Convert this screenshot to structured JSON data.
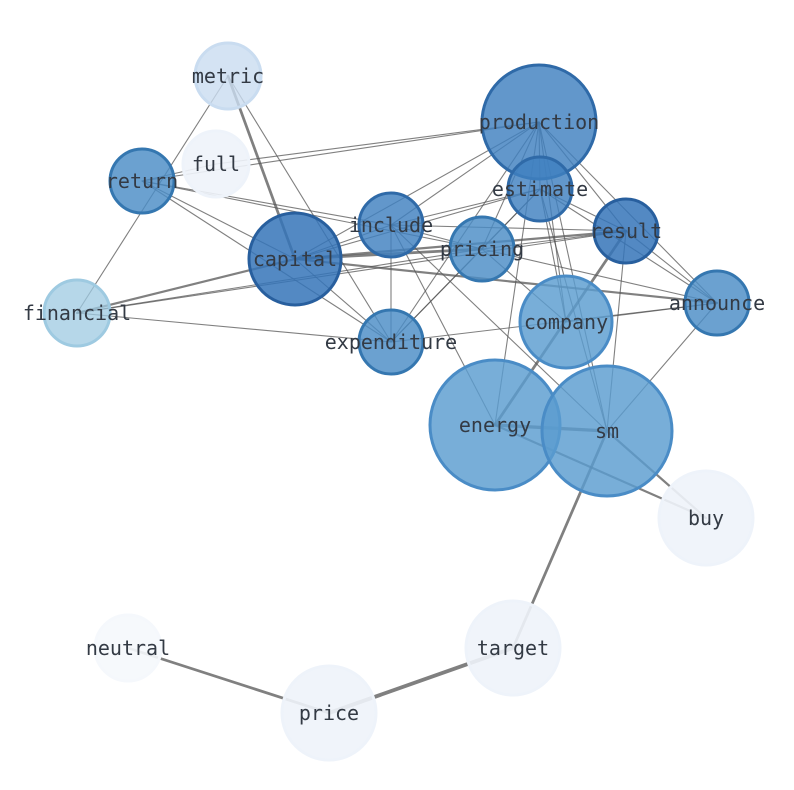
{
  "nodes": [
    {
      "id": "production",
      "label": "production",
      "fill": "#3f80c0",
      "stroke": "#2f6aa8",
      "opacity": 0.82
    },
    {
      "id": "estimate",
      "label": "estimate",
      "fill": "#3f80c0",
      "stroke": "#2f6aa8",
      "opacity": 0.82
    },
    {
      "id": "result",
      "label": "result",
      "fill": "#3574b8",
      "stroke": "#285f9e",
      "opacity": 0.85
    },
    {
      "id": "include",
      "label": "include",
      "fill": "#3f80c0",
      "stroke": "#2f6aa8",
      "opacity": 0.82
    },
    {
      "id": "pricing",
      "label": "pricing",
      "fill": "#4a8cc6",
      "stroke": "#3577b0",
      "opacity": 0.82
    },
    {
      "id": "capital",
      "label": "capital",
      "fill": "#3574b8",
      "stroke": "#285f9e",
      "opacity": 0.85
    },
    {
      "id": "return",
      "label": "return",
      "fill": "#4a8cc6",
      "stroke": "#3577b0",
      "opacity": 0.82
    },
    {
      "id": "metric",
      "label": "metric",
      "fill": "#c9dcf0",
      "stroke": "#c9dcf0",
      "opacity": 0.8
    },
    {
      "id": "full",
      "label": "full",
      "fill": "#eef3fa",
      "stroke": "#eef3fa",
      "opacity": 0.9
    },
    {
      "id": "financial",
      "label": "financial",
      "fill": "#9ecae1",
      "stroke": "#9ecae1",
      "opacity": 0.75
    },
    {
      "id": "expenditure",
      "label": "expenditure",
      "fill": "#4a8cc6",
      "stroke": "#3577b0",
      "opacity": 0.82
    },
    {
      "id": "company",
      "label": "company",
      "fill": "#5a9ccf",
      "stroke": "#4a8cc6",
      "opacity": 0.82
    },
    {
      "id": "announce",
      "label": "announce",
      "fill": "#4a8cc6",
      "stroke": "#3577b0",
      "opacity": 0.82
    },
    {
      "id": "energy",
      "label": "energy",
      "fill": "#5a9ccf",
      "stroke": "#4a8cc6",
      "opacity": 0.82
    },
    {
      "id": "sm",
      "label": "sm",
      "fill": "#5a9ccf",
      "stroke": "#4a8cc6",
      "opacity": 0.82
    },
    {
      "id": "buy",
      "label": "buy",
      "fill": "#eef3fa",
      "stroke": "#eef3fa",
      "opacity": 0.9
    },
    {
      "id": "target",
      "label": "target",
      "fill": "#eef3fa",
      "stroke": "#eef3fa",
      "opacity": 0.9
    },
    {
      "id": "price",
      "label": "price",
      "fill": "#eef3fa",
      "stroke": "#eef3fa",
      "opacity": 0.9
    },
    {
      "id": "neutral",
      "label": "neutral",
      "fill": "#f5f8fc",
      "stroke": "#f5f8fc",
      "opacity": 0.9
    }
  ],
  "edges": [
    {
      "source": "metric",
      "target": "capital",
      "weight": 2.5
    },
    {
      "source": "metric",
      "target": "financial",
      "weight": 1
    },
    {
      "source": "metric",
      "target": "expenditure",
      "weight": 1
    },
    {
      "source": "full",
      "target": "production",
      "weight": 1
    },
    {
      "source": "full",
      "target": "return",
      "weight": 1
    },
    {
      "source": "production",
      "target": "return",
      "weight": 1
    },
    {
      "source": "production",
      "target": "include",
      "weight": 1
    },
    {
      "source": "production",
      "target": "capital",
      "weight": 1
    },
    {
      "source": "production",
      "target": "pricing",
      "weight": 1
    },
    {
      "source": "production",
      "target": "estimate",
      "weight": 1
    },
    {
      "source": "production",
      "target": "result",
      "weight": 1
    },
    {
      "source": "production",
      "target": "announce",
      "weight": 1
    },
    {
      "source": "production",
      "target": "company",
      "weight": 1
    },
    {
      "source": "production",
      "target": "sm",
      "weight": 1
    },
    {
      "source": "production",
      "target": "energy",
      "weight": 1
    },
    {
      "source": "production",
      "target": "expenditure",
      "weight": 1
    },
    {
      "source": "estimate",
      "target": "capital",
      "weight": 1
    },
    {
      "source": "estimate",
      "target": "include",
      "weight": 1
    },
    {
      "source": "estimate",
      "target": "pricing",
      "weight": 1
    },
    {
      "source": "estimate",
      "target": "result",
      "weight": 1
    },
    {
      "source": "estimate",
      "target": "announce",
      "weight": 1
    },
    {
      "source": "estimate",
      "target": "company",
      "weight": 1
    },
    {
      "source": "estimate",
      "target": "sm",
      "weight": 1
    },
    {
      "source": "estimate",
      "target": "expenditure",
      "weight": 1
    },
    {
      "source": "result",
      "target": "capital",
      "weight": 2
    },
    {
      "source": "result",
      "target": "include",
      "weight": 1
    },
    {
      "source": "result",
      "target": "pricing",
      "weight": 1
    },
    {
      "source": "result",
      "target": "announce",
      "weight": 1
    },
    {
      "source": "result",
      "target": "energy",
      "weight": 2.5
    },
    {
      "source": "result",
      "target": "sm",
      "weight": 1
    },
    {
      "source": "result",
      "target": "financial",
      "weight": 1
    },
    {
      "source": "include",
      "target": "capital",
      "weight": 1
    },
    {
      "source": "include",
      "target": "pricing",
      "weight": 1
    },
    {
      "source": "include",
      "target": "return",
      "weight": 1
    },
    {
      "source": "include",
      "target": "expenditure",
      "weight": 1
    },
    {
      "source": "include",
      "target": "energy",
      "weight": 1
    },
    {
      "source": "include",
      "target": "sm",
      "weight": 1
    },
    {
      "source": "pricing",
      "target": "capital",
      "weight": 2.5
    },
    {
      "source": "pricing",
      "target": "return",
      "weight": 1
    },
    {
      "source": "pricing",
      "target": "announce",
      "weight": 1
    },
    {
      "source": "pricing",
      "target": "company",
      "weight": 1
    },
    {
      "source": "pricing",
      "target": "expenditure",
      "weight": 1
    },
    {
      "source": "pricing",
      "target": "financial",
      "weight": 1
    },
    {
      "source": "capital",
      "target": "return",
      "weight": 1
    },
    {
      "source": "capital",
      "target": "financial",
      "weight": 2
    },
    {
      "source": "capital",
      "target": "expenditure",
      "weight": 1
    },
    {
      "source": "capital",
      "target": "announce",
      "weight": 2
    },
    {
      "source": "return",
      "target": "expenditure",
      "weight": 1
    },
    {
      "source": "financial",
      "target": "expenditure",
      "weight": 1
    },
    {
      "source": "expenditure",
      "target": "announce",
      "weight": 1
    },
    {
      "source": "company",
      "target": "announce",
      "weight": 1
    },
    {
      "source": "announce",
      "target": "sm",
      "weight": 1
    },
    {
      "source": "energy",
      "target": "sm",
      "weight": 3
    },
    {
      "source": "energy",
      "target": "buy",
      "weight": 2
    },
    {
      "source": "sm",
      "target": "buy",
      "weight": 2
    },
    {
      "source": "sm",
      "target": "target",
      "weight": 2.5
    },
    {
      "source": "target",
      "target": "price",
      "weight": 3.5
    },
    {
      "source": "price",
      "target": "neutral",
      "weight": 2.5
    }
  ]
}
